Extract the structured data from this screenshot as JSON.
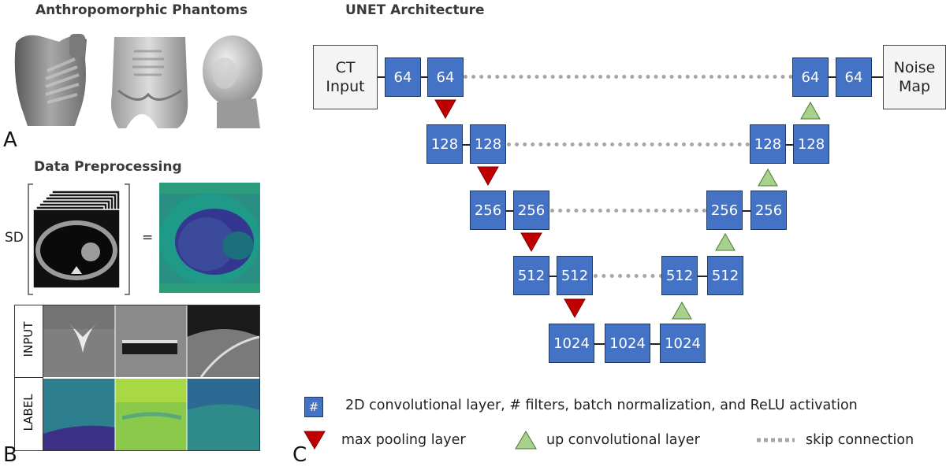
{
  "titles": {
    "phantoms": "Anthropomorphic Phantoms",
    "preprocessing": "Data Preprocessing",
    "unet": "UNET Architecture"
  },
  "panel_letters": {
    "a": "A",
    "b": "B",
    "c": "C"
  },
  "preprocessing": {
    "sd_label": "SD",
    "equals": "=",
    "row_input": "INPUT",
    "row_label": "LABEL"
  },
  "unet": {
    "input_box": {
      "line1": "CT",
      "line2": "Input"
    },
    "output_box": {
      "line1": "Noise",
      "line2": "Map"
    },
    "encoder": [
      [
        "64",
        "64"
      ],
      [
        "128",
        "128"
      ],
      [
        "256",
        "256"
      ],
      [
        "512",
        "512"
      ]
    ],
    "bottleneck": [
      "1024",
      "1024",
      "1024"
    ],
    "decoder": [
      [
        "512",
        "512"
      ],
      [
        "256",
        "256"
      ],
      [
        "128",
        "128"
      ],
      [
        "64",
        "64"
      ]
    ]
  },
  "legend": {
    "box_symbol": "#",
    "conv_text": "2D convolutional layer, # filters, batch normalization, and ReLU activation",
    "pool_text": "max pooling layer",
    "up_text": "up convolutional layer",
    "skip_text": "skip connection"
  },
  "colors": {
    "conv_fill": "#4472c4",
    "pool_triangle": "#c00000",
    "up_triangle": "#a9d18e",
    "skip_line": "#a6a6a6"
  }
}
